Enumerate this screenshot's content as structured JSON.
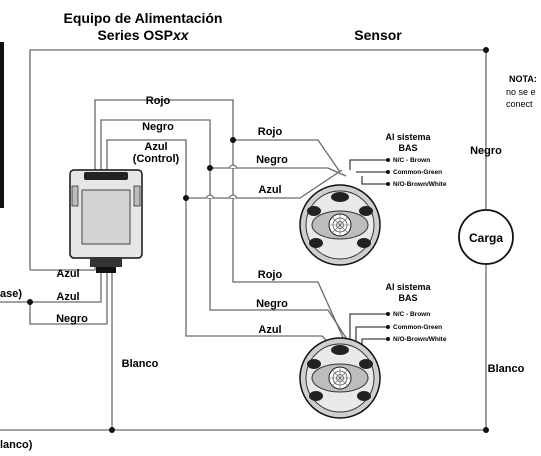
{
  "title": {
    "line1": "Equipo de Alimentación",
    "line2_prefix": "Series OSP",
    "line2_suffix": "xx"
  },
  "sensor_label": "Sensor",
  "nota": {
    "heading": "NOTA:",
    "line1": "no se e",
    "line2": "conect"
  },
  "left_labels": {
    "partial_base": "ase)",
    "partial_blanco": "lanco)"
  },
  "wires": {
    "rojo": "Rojo",
    "negro": "Negro",
    "azul": "Azul",
    "azul_control_1": "Azul",
    "azul_control_2": "(Control)",
    "blanco": "Blanco"
  },
  "bas": {
    "line1": "Al sistema",
    "line2": "BAS",
    "nc": "N/C - Brown",
    "common": "Common-Green",
    "no": "N/O-Brown/White"
  },
  "load": {
    "label": "Carga",
    "negro": "Negro",
    "blanco": "Blanco"
  },
  "icons": {
    "power_pack": "power-pack-icon",
    "sensor": "occupancy-sensor-icon",
    "load": "load-circle-icon"
  }
}
